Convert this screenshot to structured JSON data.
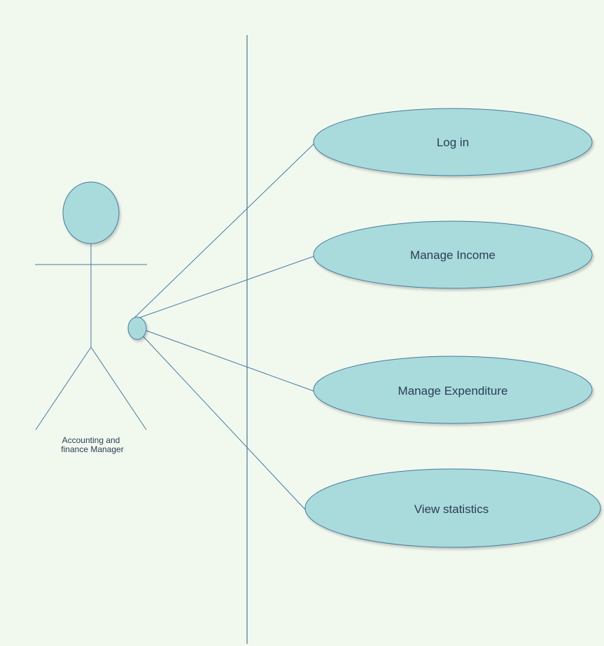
{
  "actor": {
    "label_line1": "Accounting and",
    "label_line2": "finance Manager"
  },
  "use_cases": [
    {
      "label": "Log in"
    },
    {
      "label": "Manage Income"
    },
    {
      "label": "Manage Expenditure"
    },
    {
      "label": "View statistics"
    }
  ],
  "colors": {
    "background": "#f1f8ee",
    "fill": "#a9dadc",
    "stroke": "#457b9d",
    "text": "#2a3f56"
  }
}
